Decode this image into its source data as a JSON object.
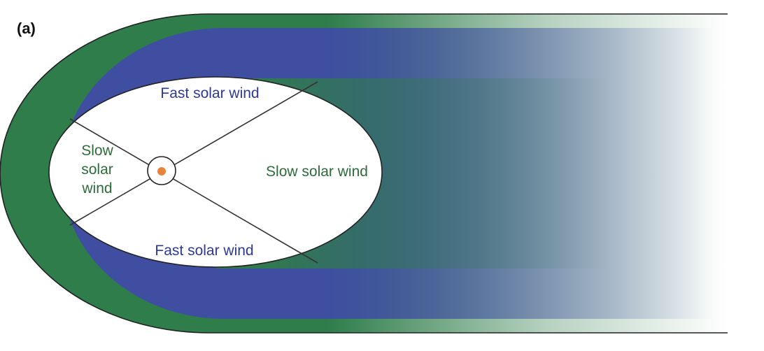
{
  "panel_label": "(a)",
  "labels": {
    "fast_top": "Fast solar wind",
    "fast_bottom": "Fast solar wind",
    "slow_right": "Slow solar wind",
    "slow_left_lines": [
      "Slow",
      "solar",
      "wind"
    ]
  },
  "colors": {
    "slow_wind": "#2e7d4a",
    "fast_wind": "#3f4ea1",
    "slow_text": "#2e6b3a",
    "fast_text": "#2e3a92",
    "boundary": "#222222",
    "sun": "#e8833a",
    "background": "#ffffff"
  },
  "icons": {
    "sun": "sun-icon"
  }
}
